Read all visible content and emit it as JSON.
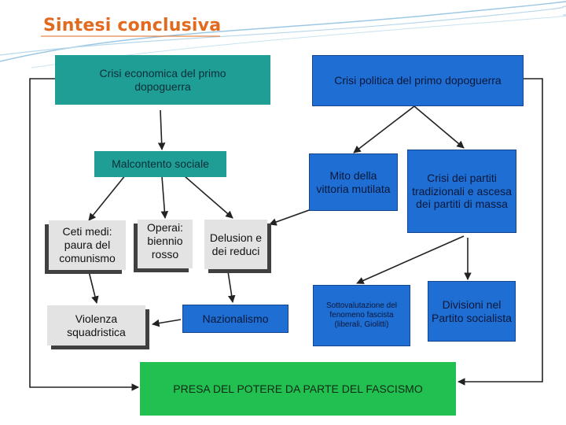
{
  "title": "Sintesi conclusiva",
  "colors": {
    "title": "#e26a1f",
    "teal": "#1f9e96",
    "blue": "#1f6ed4",
    "green": "#22c050",
    "grey": "#e3e3e3"
  },
  "boxes": {
    "crisi_economica": "Crisi economica del primo dopoguerra",
    "crisi_politica": "Crisi politica del primo dopoguerra",
    "malcontento": "Malcontento sociale",
    "mito": "Mito della vittoria mutilata",
    "crisi_partiti": "Crisi dei partiti tradizionali e ascesa dei partiti di massa",
    "ceti_medi": "Ceti medi: paura del comunismo",
    "operai": "Operai: biennio rosso",
    "delusion": "Delusion e dei reduci",
    "violenza": "Violenza squadristica",
    "nazionalismo": "Nazionalismo",
    "sottovalutazione": "Sottovalutazione del fenomeno fascista (liberali, Giolitti)",
    "divisioni": "Divisioni nel Partito socialista",
    "presa": "PRESA DEL POTERE DA PARTE DEL FASCISMO"
  }
}
